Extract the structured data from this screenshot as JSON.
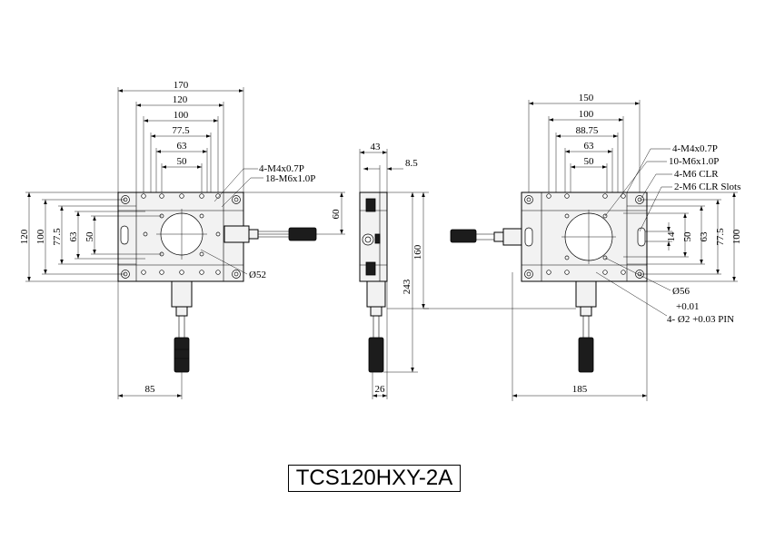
{
  "title": "TCS120HXY-2A",
  "front_view": {
    "top_dims": [
      "170",
      "120",
      "100",
      "77.5",
      "63",
      "50"
    ],
    "left_dims": [
      "120",
      "100",
      "77.5",
      "63",
      "50"
    ],
    "right_dim": "60",
    "bottom_dim": "85",
    "callouts": [
      "4-M4x0.7P",
      "18-M6x1.0P"
    ],
    "diameter": "Ø52"
  },
  "side_view": {
    "top_dims": [
      "43",
      "8.5"
    ],
    "right_dims": [
      "160",
      "243"
    ],
    "bottom_dim": "26"
  },
  "back_view": {
    "top_dims": [
      "150",
      "100",
      "88.75",
      "63",
      "50"
    ],
    "right_dims": [
      "14",
      "50",
      "63",
      "77.5",
      "100"
    ],
    "bottom_dim": "185",
    "callouts": [
      "4-M4x0.7P",
      "10-M6x1.0P",
      "4-M6 CLR",
      "2-M6 CLR Slots"
    ],
    "diameter": "Ø56",
    "pin_tol": "+0.01",
    "pin_note": "4- Ø2 +0.03 PIN"
  }
}
